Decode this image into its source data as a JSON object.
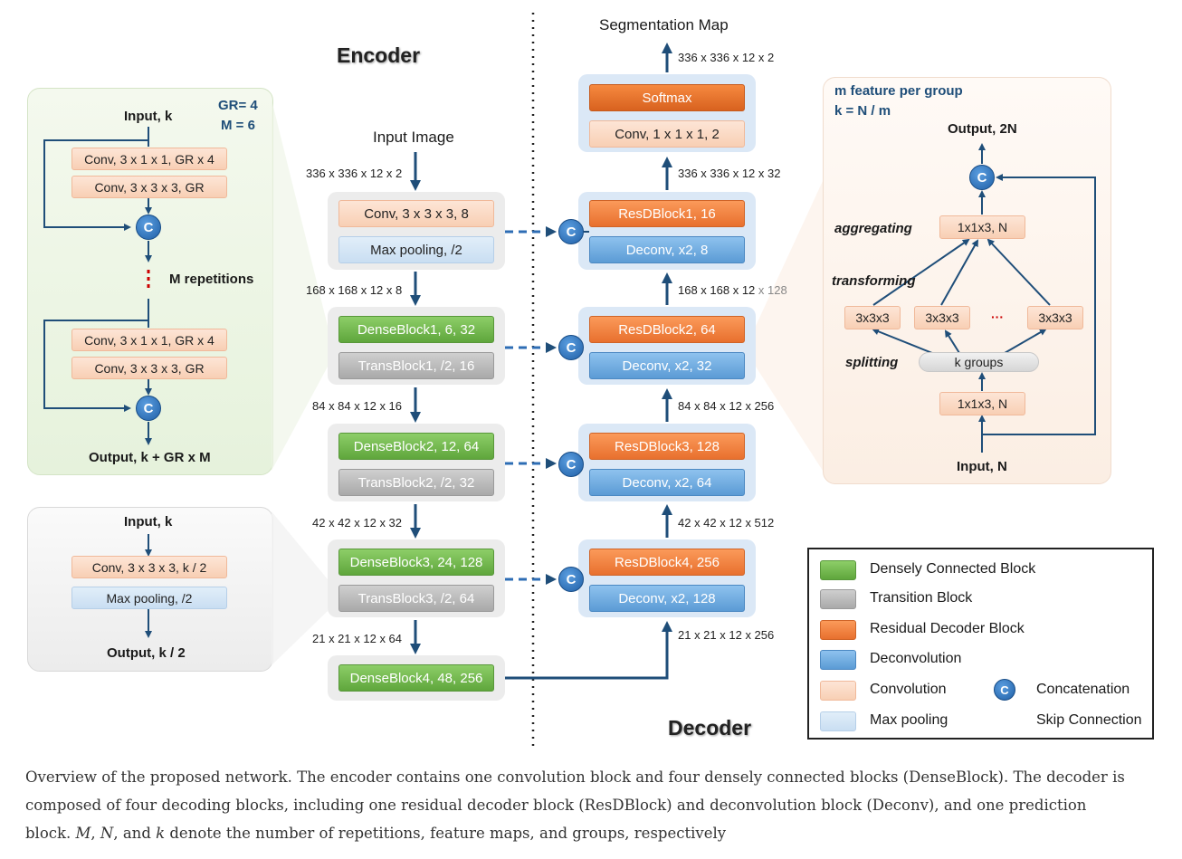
{
  "titles": {
    "encoder": "Encoder",
    "decoder": "Decoder",
    "segmentation_map": "Segmentation Map",
    "input_image": "Input Image"
  },
  "encoder": {
    "input_dim": "336 x 336 x 12 x 2",
    "conv": "Conv, 3 x 3 x 3, 8",
    "maxpool": "Max pooling, /2",
    "dim1": "168 x 168 x 12 x 8",
    "dense1": "DenseBlock1, 6, 32",
    "trans1": "TransBlock1, /2, 16",
    "dim2": "84 x 84 x 12 x 16",
    "dense2": "DenseBlock2, 12, 64",
    "trans2": "TransBlock2, /2, 32",
    "dim3": "42 x 42 x 12 x 32",
    "dense3": "DenseBlock3, 24, 128",
    "trans3": "TransBlock3, /2, 64",
    "dim4": "21 x 21 x 12 x 64",
    "dense4": "DenseBlock4, 48, 256"
  },
  "decoder": {
    "out_dim": "336 x 336 x 12 x 2",
    "softmax": "Softmax",
    "conv_pred": "Conv, 1 x 1 x 1, 2",
    "dim_a": "336 x 336 x 12 x 32",
    "res1": "ResDBlock1, 16",
    "deconv1": "Deconv, x2, 8",
    "dim_b_main": "168 x 168 x 12",
    "dim_b_tail": " x 128",
    "res2": "ResDBlock2, 64",
    "deconv2": "Deconv, x2, 32",
    "dim_c": "84 x 84 x 12 x 256",
    "res3": "ResDBlock3, 128",
    "deconv3": "Deconv, x2, 64",
    "dim_d": "42 x 42 x 12 x 512",
    "res4": "ResDBlock4, 256",
    "deconv4": "Deconv, x2, 128",
    "dim_e": "21 x 21 x 12 x 256"
  },
  "dense_detail": {
    "input": "Input, k",
    "gr": "GR= 4",
    "m": "M = 6",
    "conv1": "Conv, 3 x 1 x 1, GR x 4",
    "conv2": "Conv, 3 x 3 x 3, GR",
    "repetitions": "M repetitions",
    "conv3": "Conv, 3 x 1 x 1, GR x 4",
    "conv4": "Conv, 3 x 3 x 3, GR",
    "output": "Output, k + GR x M"
  },
  "trans_detail": {
    "input": "Input, k",
    "conv": "Conv, 3 x 3 x 3, k / 2",
    "pool": "Max pooling, /2",
    "output": "Output, k / 2"
  },
  "res_detail": {
    "title1": "m feature per group",
    "title2": "k = N / m",
    "output": "Output, 2N",
    "aggregating": "aggregating",
    "agg_block": "1x1x3, N",
    "transforming": "transforming",
    "b1": "3x3x3",
    "b2": "3x3x3",
    "ellipsis": "···",
    "b3": "3x3x3",
    "splitting": "splitting",
    "kgroups": "k groups",
    "split_block": "1x1x3, N",
    "input": "Input, N"
  },
  "concat_symbol": "C",
  "legend": {
    "dense": "Densely Connected Block",
    "trans": "Transition Block",
    "res": "Residual Decoder Block",
    "deconv": "Deconvolution",
    "conv": "Convolution",
    "pool": "Max pooling",
    "concat": "Concatenation",
    "skip": "Skip Connection"
  },
  "colors": {
    "dense": "#6fb34a",
    "trans": "#b5b5b5",
    "res": "#f0823e",
    "deconv": "#6ea8dc",
    "conv": "#fad3bb",
    "pool": "#d3e4f4",
    "arrow": "#1f4e79"
  },
  "caption": {
    "line1": "Overview of the proposed network. The encoder contains one convolution block and four densely connected blocks (DenseBlock). The decoder is",
    "line2": "composed of four decoding blocks, including one residual decoder block (ResDBlock) and deconvolution block (Deconv), and one prediction",
    "line3_a": "block. ",
    "line3_m": "M",
    "line3_b": ", ",
    "line3_n": "N",
    "line3_c": ", and ",
    "line3_k": "k",
    "line3_d": " denote the number of repetitions, feature maps, and groups, respectively"
  }
}
